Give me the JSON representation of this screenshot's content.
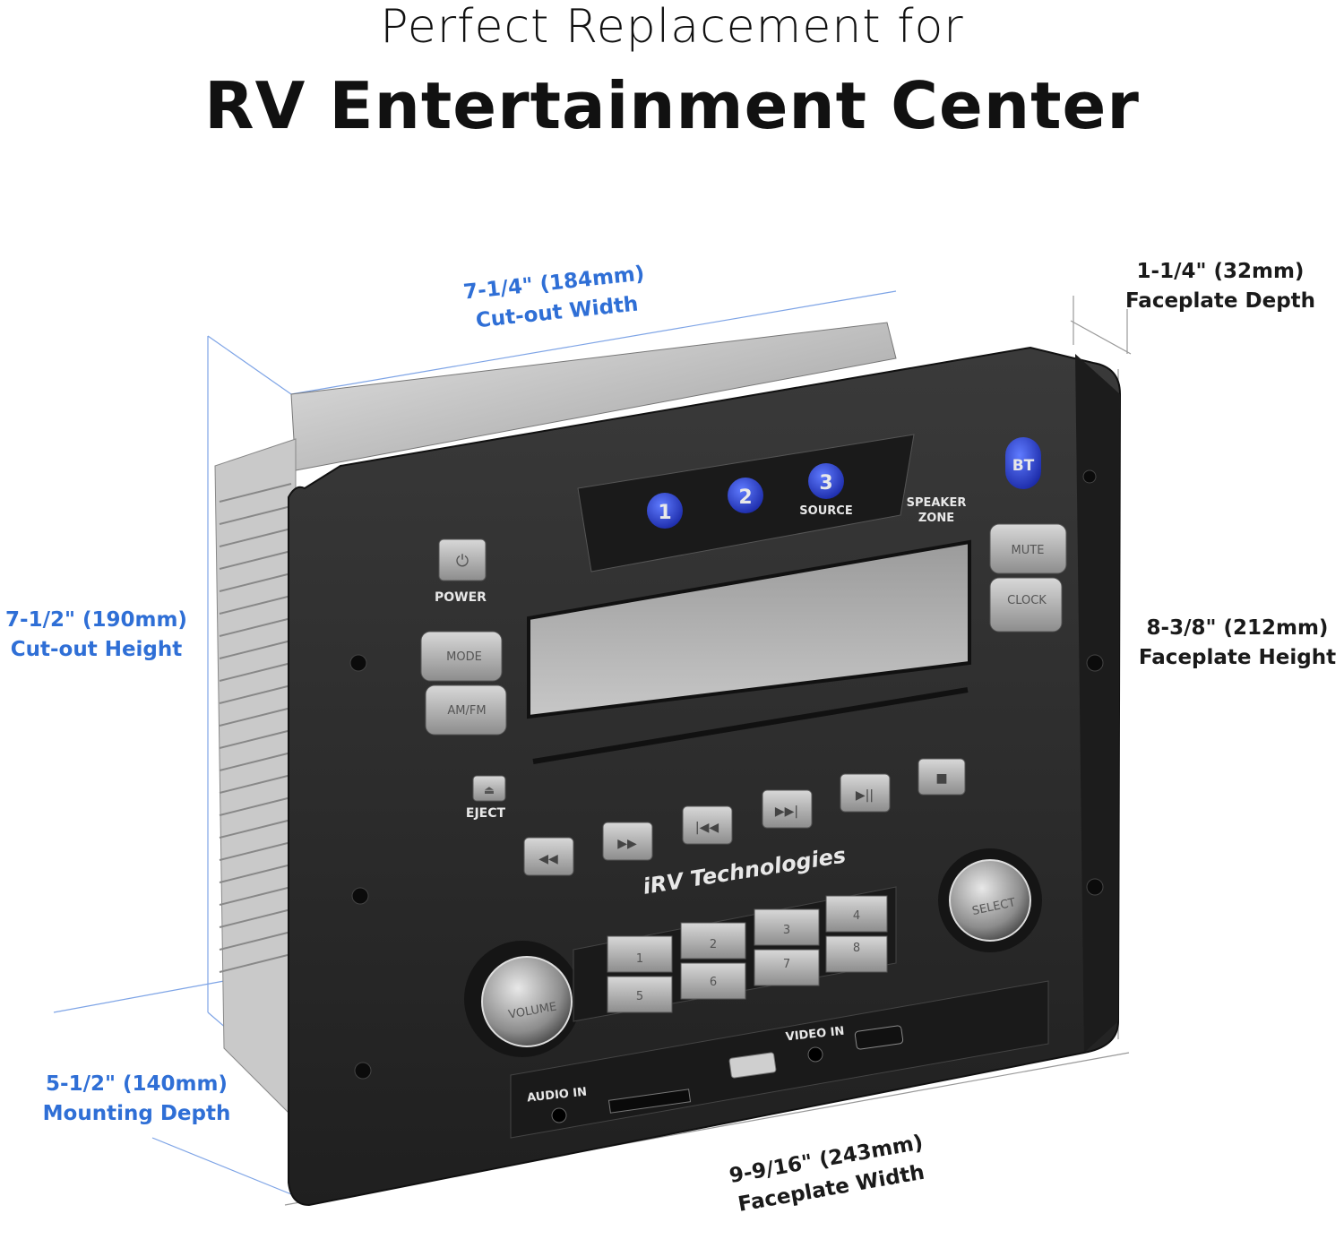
{
  "header": {
    "line1": "Perfect Replacement for",
    "line2": "RV Entertainment Center"
  },
  "dimensions": {
    "cutout_width": {
      "value": "7-1/4\" (184mm)",
      "label": "Cut-out Width"
    },
    "faceplate_depth": {
      "value": "1-1/4\" (32mm)",
      "label": "Faceplate Depth"
    },
    "cutout_height": {
      "value": "7-1/2\" (190mm)",
      "label": "Cut-out Height"
    },
    "faceplate_height": {
      "value": "8-3/8\" (212mm)",
      "label": "Faceplate Height"
    },
    "mounting_depth": {
      "value": "5-1/2\" (140mm)",
      "label": "Mounting Depth"
    },
    "faceplate_width": {
      "value": "9-9/16\" (243mm)",
      "label": "Faceplate Width"
    }
  },
  "device": {
    "brand": "iRV Technologies",
    "zone_buttons": [
      "1",
      "2",
      "3"
    ],
    "source_label": "SOURCE",
    "speaker_zone_label": [
      "SPEAKER",
      "ZONE"
    ],
    "bt_label": "BT",
    "power_label": "POWER",
    "mode_label": "MODE",
    "amfm_label": "AM/FM",
    "mute_label": "MUTE",
    "clock_label": "CLOCK",
    "eject_label": "EJECT",
    "select_label": "SELECT",
    "volume_label": "VOLUME",
    "presets": [
      "1",
      "2",
      "3",
      "4",
      "5",
      "6",
      "7",
      "8"
    ],
    "audio_in_label": "AUDIO IN",
    "video_in_label": "VIDEO IN",
    "transport_icons": [
      "rewind-icon",
      "fast-forward-icon",
      "previous-track-icon",
      "next-track-icon",
      "play-pause-icon",
      "stop-icon"
    ],
    "colors": {
      "accent_blue": "#2f6fd6",
      "zone_button_blue": "#2a3fd6",
      "faceplate": "#2b2b2b"
    }
  }
}
